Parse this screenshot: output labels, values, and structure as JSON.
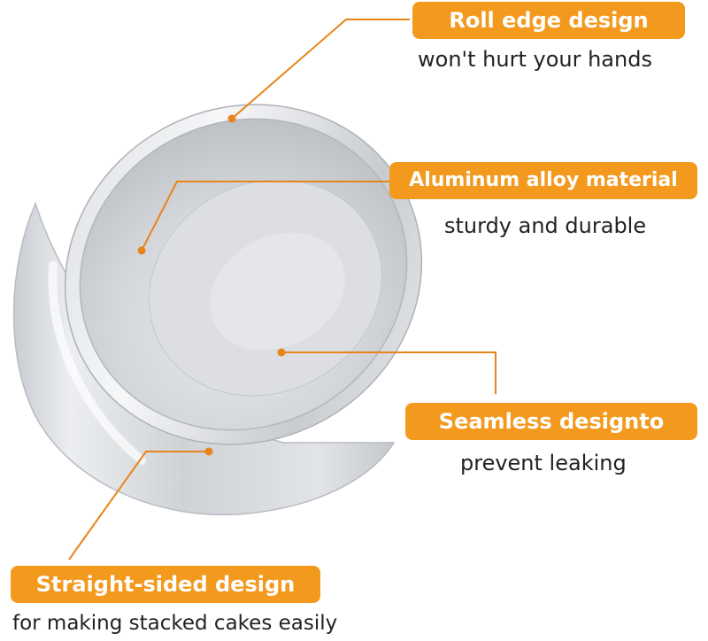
{
  "colors": {
    "accent": "#f39a1e",
    "leader_line": "#e8841a",
    "text": "#222222"
  },
  "features": [
    {
      "title": "Roll edge design",
      "subtitle": "won't hurt your hands"
    },
    {
      "title": "Aluminum alloy material",
      "subtitle": "sturdy and durable"
    },
    {
      "title": "Seamless designto",
      "subtitle": "prevent leaking"
    },
    {
      "title": "Straight-sided design",
      "subtitle": "for making stacked cakes easily"
    }
  ]
}
